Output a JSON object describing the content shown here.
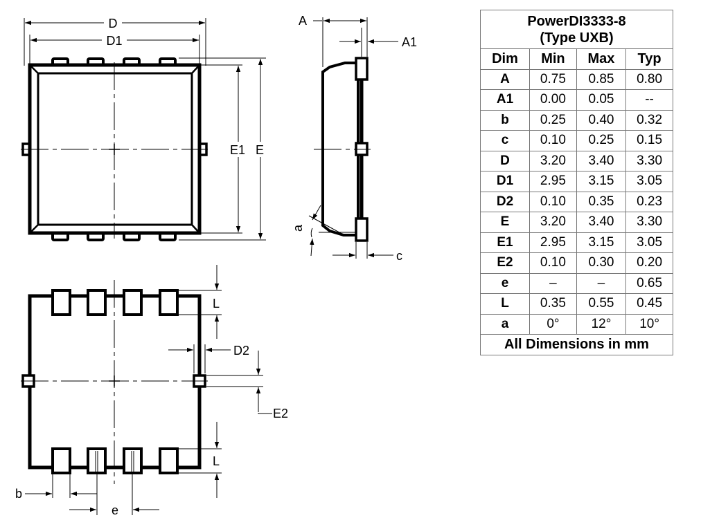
{
  "labels": {
    "D": "D",
    "D1": "D1",
    "E": "E",
    "E1": "E1",
    "A": "A",
    "A1": "A1",
    "a": "a",
    "c": "c",
    "L": "L",
    "D2": "D2",
    "E2": "E2",
    "b": "b",
    "e": "e"
  },
  "table": {
    "title_line1": "PowerDI3333-8",
    "title_line2": "(Type UXB)",
    "headers": [
      "Dim",
      "Min",
      "Max",
      "Typ"
    ],
    "rows": [
      [
        "A",
        "0.75",
        "0.85",
        "0.80"
      ],
      [
        "A1",
        "0.00",
        "0.05",
        "--"
      ],
      [
        "b",
        "0.25",
        "0.40",
        "0.32"
      ],
      [
        "c",
        "0.10",
        "0.25",
        "0.15"
      ],
      [
        "D",
        "3.20",
        "3.40",
        "3.30"
      ],
      [
        "D1",
        "2.95",
        "3.15",
        "3.05"
      ],
      [
        "D2",
        "0.10",
        "0.35",
        "0.23"
      ],
      [
        "E",
        "3.20",
        "3.40",
        "3.30"
      ],
      [
        "E1",
        "2.95",
        "3.15",
        "3.05"
      ],
      [
        "E2",
        "0.10",
        "0.30",
        "0.20"
      ],
      [
        "e",
        "–",
        "–",
        "0.65"
      ],
      [
        "L",
        "0.35",
        "0.55",
        "0.45"
      ],
      [
        "a",
        "0°",
        "12°",
        "10°"
      ]
    ],
    "footer": "All Dimensions in mm"
  }
}
